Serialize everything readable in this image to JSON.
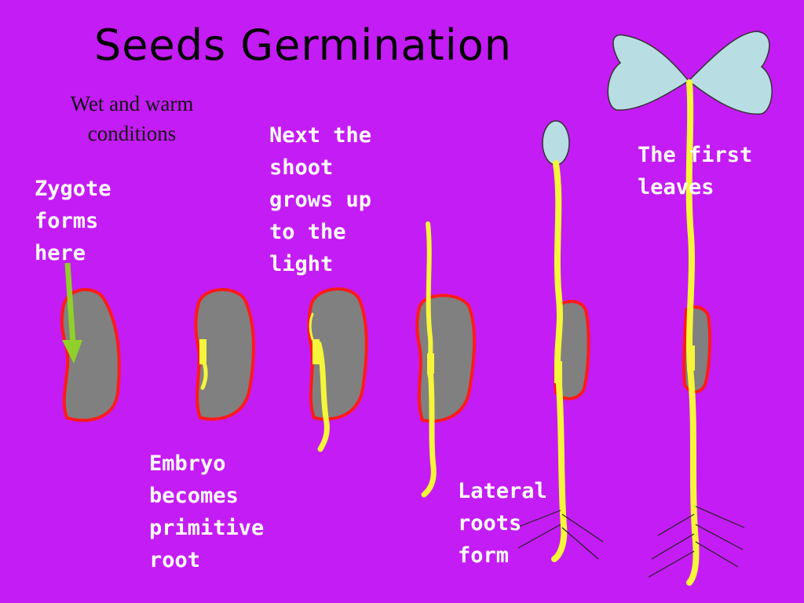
{
  "title": "Seeds Germination",
  "conditions": "Wet and warm\nconditions",
  "labels": {
    "zygote": "Zygote\nforms\nhere",
    "shoot": "Next the\nshoot\ngrows up\nto the\nlight",
    "embryo": "Embryo\nbecomes\nprimitive\nroot",
    "lateral": "Lateral\nroots\nform",
    "leaves": "The first\nleaves"
  },
  "colors": {
    "background": "#c41cf4",
    "seed_fill": "#808080",
    "seed_outline": "#ff1a1a",
    "plant": "#f5f53a",
    "leaf": "#b8dde3",
    "arrow": "#8fd12a"
  },
  "stages": [
    {
      "stage": "seed with zygote"
    },
    {
      "stage": "primitive root"
    },
    {
      "stage": "shoot begins"
    },
    {
      "stage": "shoot grows up"
    },
    {
      "stage": "bud and lateral roots"
    },
    {
      "stage": "first leaves"
    }
  ]
}
